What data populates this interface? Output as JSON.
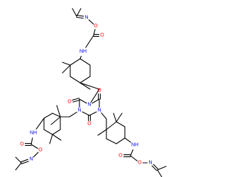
{
  "structure_colors": {
    "bond": "#000000",
    "carbon": "#000000",
    "nitrogen": "#0000ff",
    "oxygen": "#ff0000"
  },
  "labels": {
    "N": "N",
    "O": "O",
    "NH": "NH"
  }
}
